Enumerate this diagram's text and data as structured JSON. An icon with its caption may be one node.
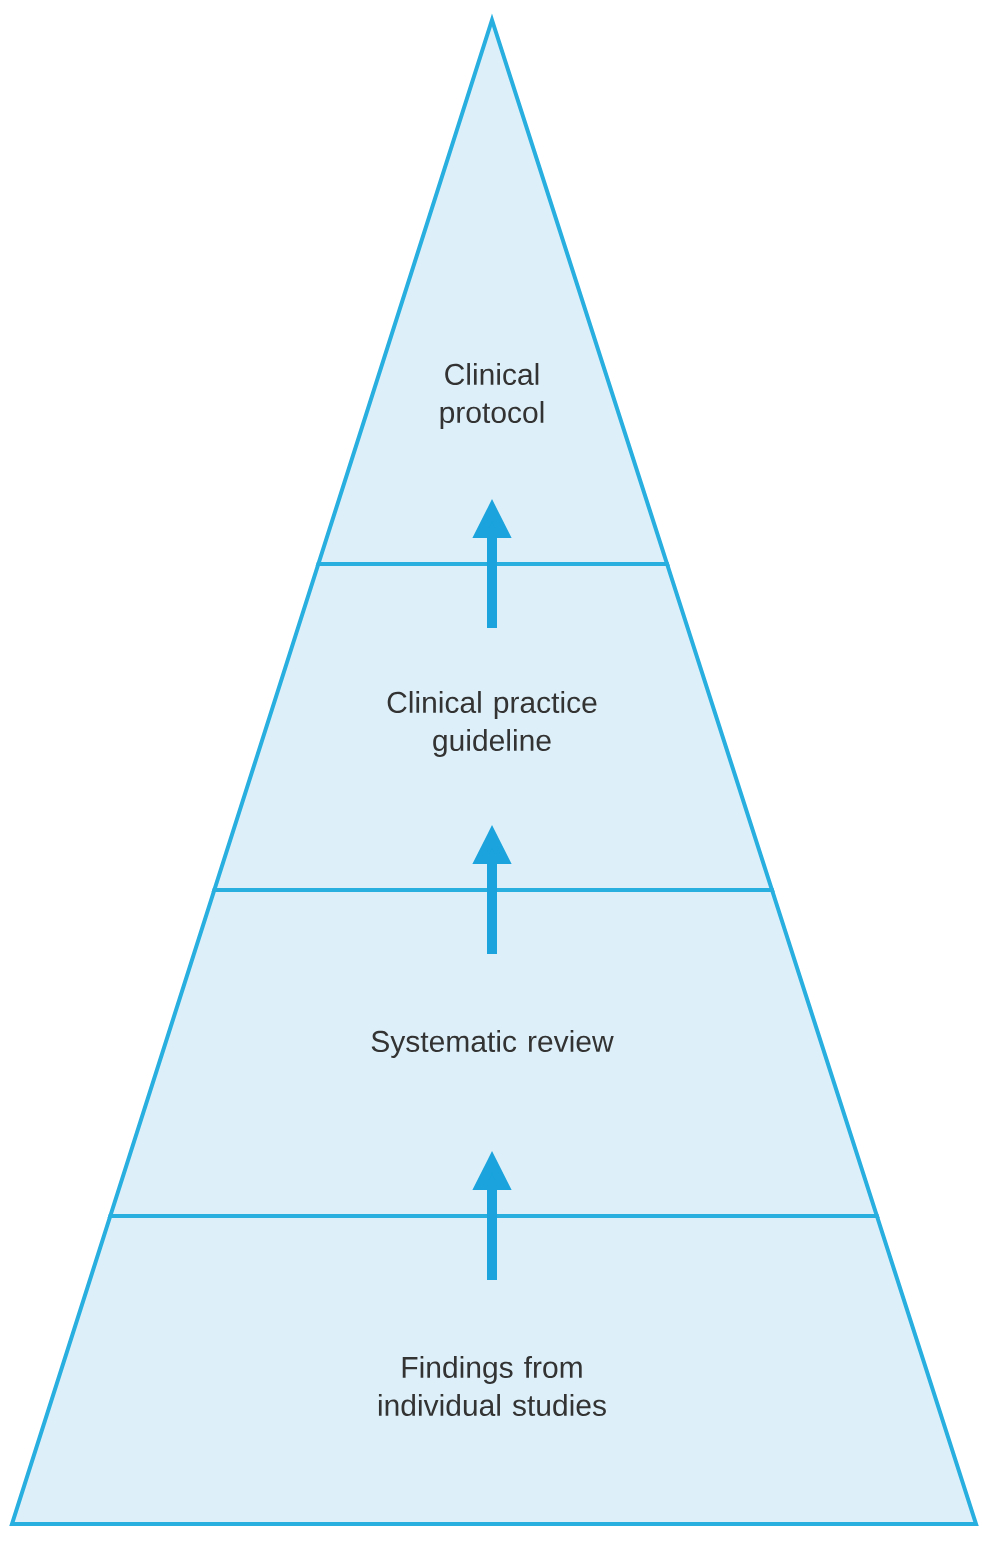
{
  "diagram": {
    "nodes": [
      {
        "text": [
          "Clinical protocol"
        ]
      },
      {
        "text": [
          "Clinical practice guideline"
        ]
      },
      {
        "text": [
          "Systematic review"
        ]
      },
      {
        "text": [
          "Findings from individual studies"
        ]
      }
    ],
    "edges": [
      {
        "from": 3,
        "to": 2,
        "arrow": "to"
      },
      {
        "from": 2,
        "to": 1,
        "arrow": "to"
      },
      {
        "from": 1,
        "to": 0,
        "arrow": "to"
      }
    ]
  }
}
